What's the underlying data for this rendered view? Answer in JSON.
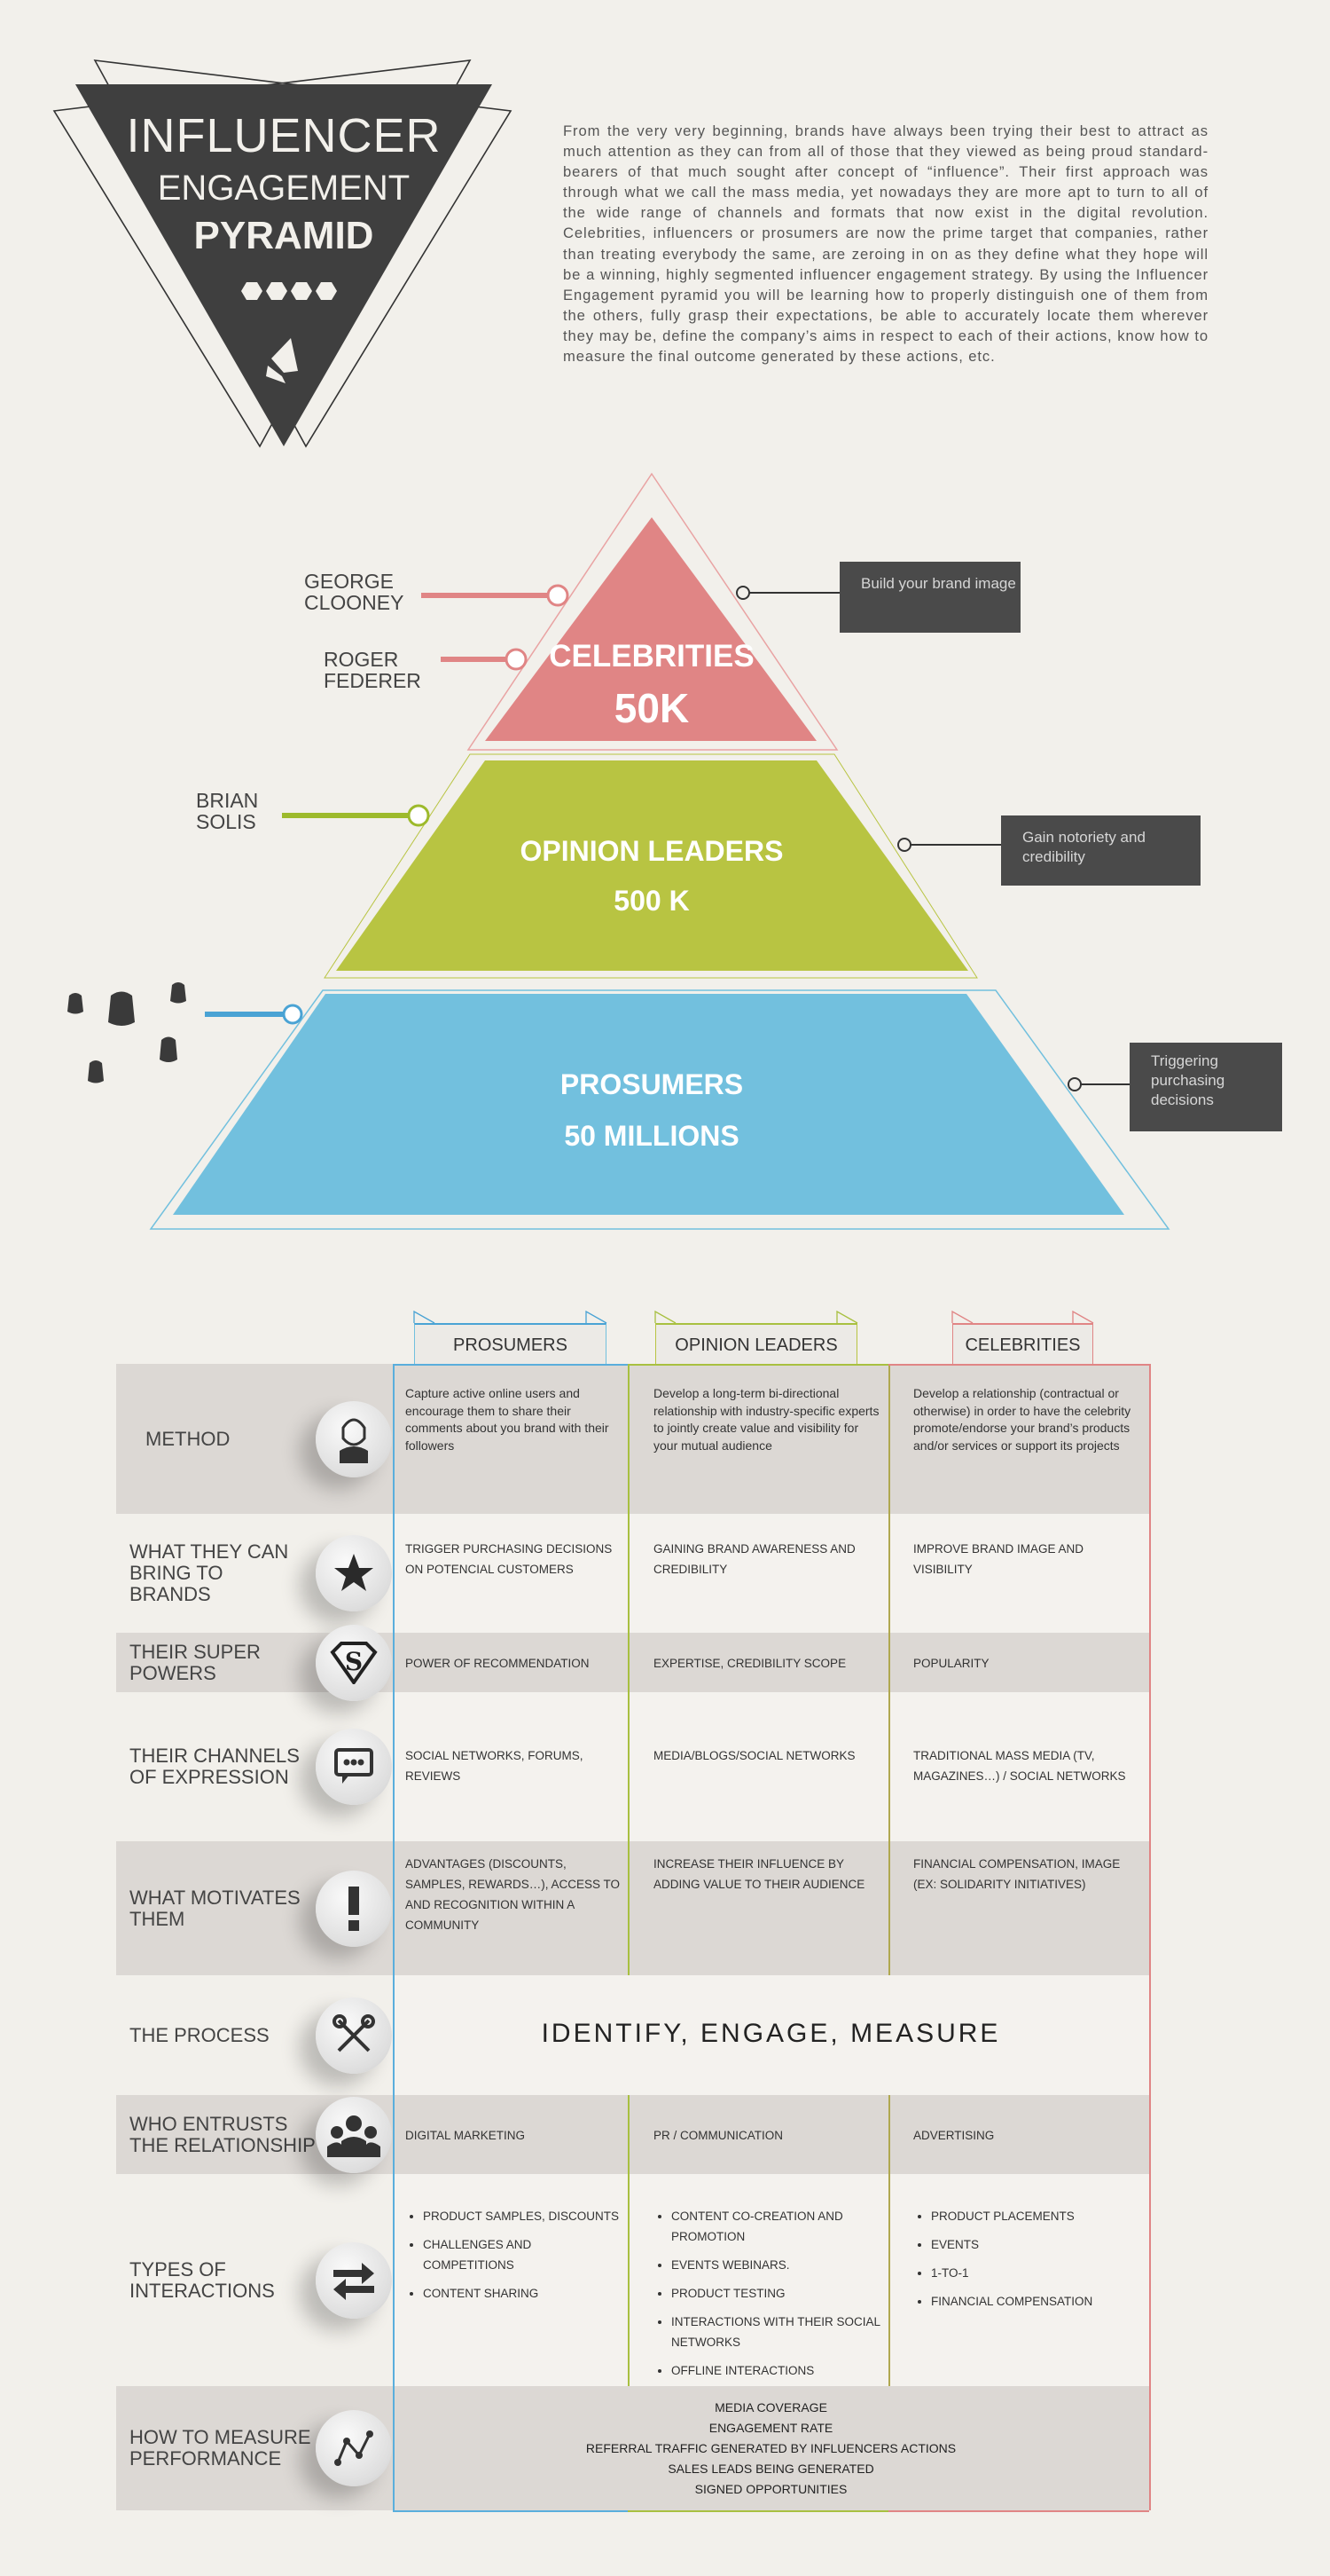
{
  "logo": {
    "title_line1": "INFLUENCER",
    "title_line2": "ENGAGEMENT",
    "title_line3": "PYRAMID",
    "icon": "pyramid-logo-icon",
    "dark_color": "#3f3f3f"
  },
  "intro": {
    "text": "From the very very beginning, brands have always been trying their best to attract as much attention as they can from all of those that they viewed as being proud standard-bearers of that much sought after concept of “influence”. Their first approach was through what we call the mass media, yet nowadays they are more apt to turn to all of the wide range of channels and formats that now exist in the digital revolution. Celebrities, influencers or prosumers are now the prime target that companies, rather than treating everybody the same, are zeroing in on as they define what they hope will be a winning, highly segmented influencer engagement strategy. By using the Influencer Engagement pyramid  you will be learning how to properly distinguish one of them from the others, fully grasp their expectations, be able to accurately locate them wherever they may be, define the company’s aims in respect to each of their actions, know how to measure the final outcome generated by these actions, etc."
  },
  "pyramid": {
    "colors": {
      "celebrities": "#e08585",
      "opinion_leaders": "#b8c442",
      "prosumers": "#72c0de",
      "box": "#4a4a4a"
    },
    "levels": [
      {
        "name": "CELEBRITIES",
        "count": "50K",
        "examples": [
          "GEORGE CLOONEY",
          "ROGER FEDERER"
        ],
        "goal": "Build your brand image"
      },
      {
        "name": "OPINION LEADERS",
        "count": "500 K",
        "examples": [
          "BRIAN SOLIS"
        ],
        "goal": "Gain notoriety and credibility"
      },
      {
        "name": "PROSUMERS",
        "count": "50 MILLIONS",
        "examples_icon": "crowd-icon",
        "goal": "Triggering purchasing decisions"
      }
    ],
    "george": [
      "GEORGE",
      "CLOONEY"
    ],
    "roger": [
      "ROGER",
      "FEDERER"
    ],
    "brian": [
      "BRIAN",
      "SOLIS"
    ]
  },
  "table": {
    "headers": [
      "PROSUMERS",
      "OPINION LEADERS",
      "CELEBRITIES"
    ],
    "rows": [
      {
        "label": [
          "METHOD"
        ],
        "icon": "person-icon",
        "cells": [
          "Capture active online users and encourage them to share their comments about you brand with their followers",
          "Develop a long-term bi-directional relationship with industry-specific experts to jointly create value and visibility for your mutual  audience",
          "Develop a relationship (contractual or otherwise) in order to have the celebrity promote/endorse your brand’s products and/or services or support its projects"
        ]
      },
      {
        "label": [
          "WHAT THEY CAN",
          "BRING TO",
          "BRANDS"
        ],
        "icon": "star-icon",
        "cells": [
          "TRIGGER PURCHASING DECISIONS ON POTENCIAL CUSTOMERS",
          "GAINING BRAND AWARENESS AND CREDIBILITY",
          "IMPROVE BRAND IMAGE AND VISIBILITY"
        ]
      },
      {
        "label": [
          "THEIR SUPER",
          "POWERS"
        ],
        "icon": "superhero-emblem-icon",
        "cells": [
          "POWER OF RECOMMENDATION",
          "EXPERTISE, CREDIBILITY SCOPE",
          "POPULARITY"
        ]
      },
      {
        "label": [
          "THEIR CHANNELS",
          "OF EXPRESSION"
        ],
        "icon": "chat-bubble-icon",
        "cells": [
          "SOCIAL NETWORKS, FORUMS, REVIEWS",
          "MEDIA/BLOGS/SOCIAL NETWORKS",
          "TRADITIONAL MASS MEDIA  (TV, MAGAZINES…) /  SOCIAL NETWORKS"
        ]
      },
      {
        "label": [
          "WHAT MOTIVATES",
          "THEM"
        ],
        "icon": "exclamation-icon",
        "cells": [
          "ADVANTAGES (DISCOUNTS, SAMPLES, REWARDS…), ACCESS TO AND RECOGNITION WITHIN A COMMUNITY",
          "INCREASE THEIR INFLUENCE BY ADDING VALUE TO THEIR AUDIENCE",
          "FINANCIAL COMPENSATION, IMAGE (EX: SOLIDARITY INITIATIVES)"
        ]
      },
      {
        "label": [
          "THE PROCESS"
        ],
        "icon": "tools-icon",
        "span": "IDENTIFY, ENGAGE, MEASURE"
      },
      {
        "label": [
          "WHO ENTRUSTS",
          "THE RELATIONSHIP"
        ],
        "icon": "team-icon",
        "cells": [
          "DIGITAL MARKETING",
          "PR / COMMUNICATION",
          "ADVERTISING"
        ]
      },
      {
        "label": [
          "TYPES OF",
          "INTERACTIONS"
        ],
        "icon": "exchange-arrows-icon",
        "lists": [
          [
            "PRODUCT SAMPLES, DISCOUNTS",
            "CHALLENGES AND COMPETITIONS",
            "CONTENT SHARING"
          ],
          [
            "CONTENT CO-CREATION AND PROMOTION",
            "EVENTS  WEBINARS.",
            "PRODUCT TESTING",
            "INTERACTIONS WITH THEIR SOCIAL NETWORKS",
            "OFFLINE INTERACTIONS"
          ],
          [
            "PRODUCT PLACEMENTS",
            "EVENTS",
            "1-TO-1",
            "FINANCIAL COMPENSATION"
          ]
        ]
      },
      {
        "label": [
          "HOW TO MEASURE",
          "PERFORMANCE"
        ],
        "icon": "line-chart-icon",
        "span_lines": [
          "MEDIA COVERAGE",
          "ENGAGEMENT RATE",
          "REFERRAL TRAFFIC GENERATED BY  INFLUENCERS ACTIONS",
          "SALES LEADS BEING GENERATED",
          "SIGNED OPPORTUNITIES"
        ]
      }
    ]
  }
}
